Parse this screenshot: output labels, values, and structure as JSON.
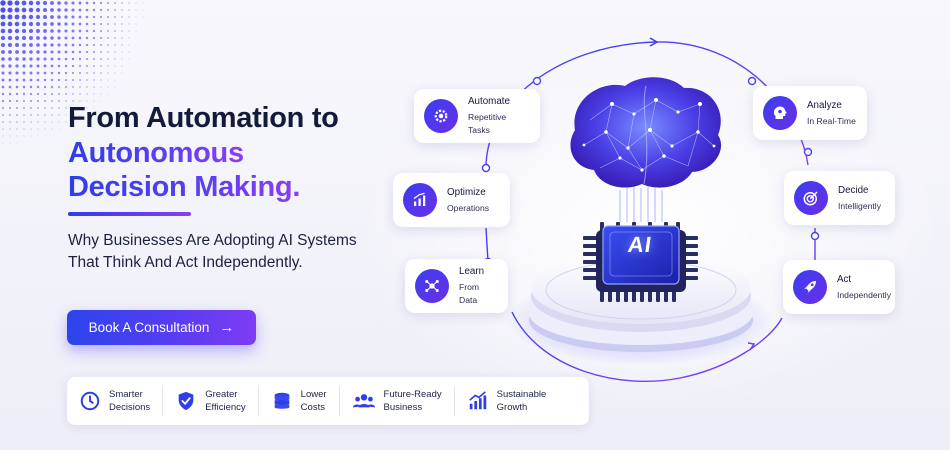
{
  "hero": {
    "line1": "From Automation to",
    "line2": "Autonomous",
    "line3": "Decision Making.",
    "subtitle": "Why Businesses Are Adopting AI Systems That Think And Act Independently."
  },
  "cta": {
    "label": "Book A Consultation",
    "icon": "arrow-right-icon"
  },
  "benefits": [
    {
      "title": "Smarter",
      "sub": "Decisions",
      "icon": "clock-check-icon"
    },
    {
      "title": "Greater",
      "sub": "Efficiency",
      "icon": "shield-check-icon"
    },
    {
      "title": "Lower",
      "sub": "Costs",
      "icon": "coins-icon"
    },
    {
      "title": "Future-Ready",
      "sub": "Business",
      "icon": "team-icon"
    },
    {
      "title": "Sustainable",
      "sub": "Growth",
      "icon": "growth-chart-icon"
    }
  ],
  "steps": [
    {
      "title": "Automate",
      "sub": "Repetitive Tasks",
      "icon": "gear-icon"
    },
    {
      "title": "Optimize",
      "sub": "Operations",
      "icon": "bar-chart-icon"
    },
    {
      "title": "Learn",
      "sub": "From Data",
      "icon": "network-icon"
    },
    {
      "title": "Analyze",
      "sub": "In Real-Time",
      "icon": "brain-head-icon"
    },
    {
      "title": "Decide",
      "sub": "Intelligently",
      "icon": "target-icon"
    },
    {
      "title": "Act",
      "sub": "Independently",
      "icon": "rocket-icon"
    }
  ],
  "chip": {
    "label": "AI"
  },
  "colors": {
    "primary": "#2f3ee8",
    "accent": "#8a3df5",
    "text": "#141a3a",
    "background": "#f3f3fb"
  }
}
